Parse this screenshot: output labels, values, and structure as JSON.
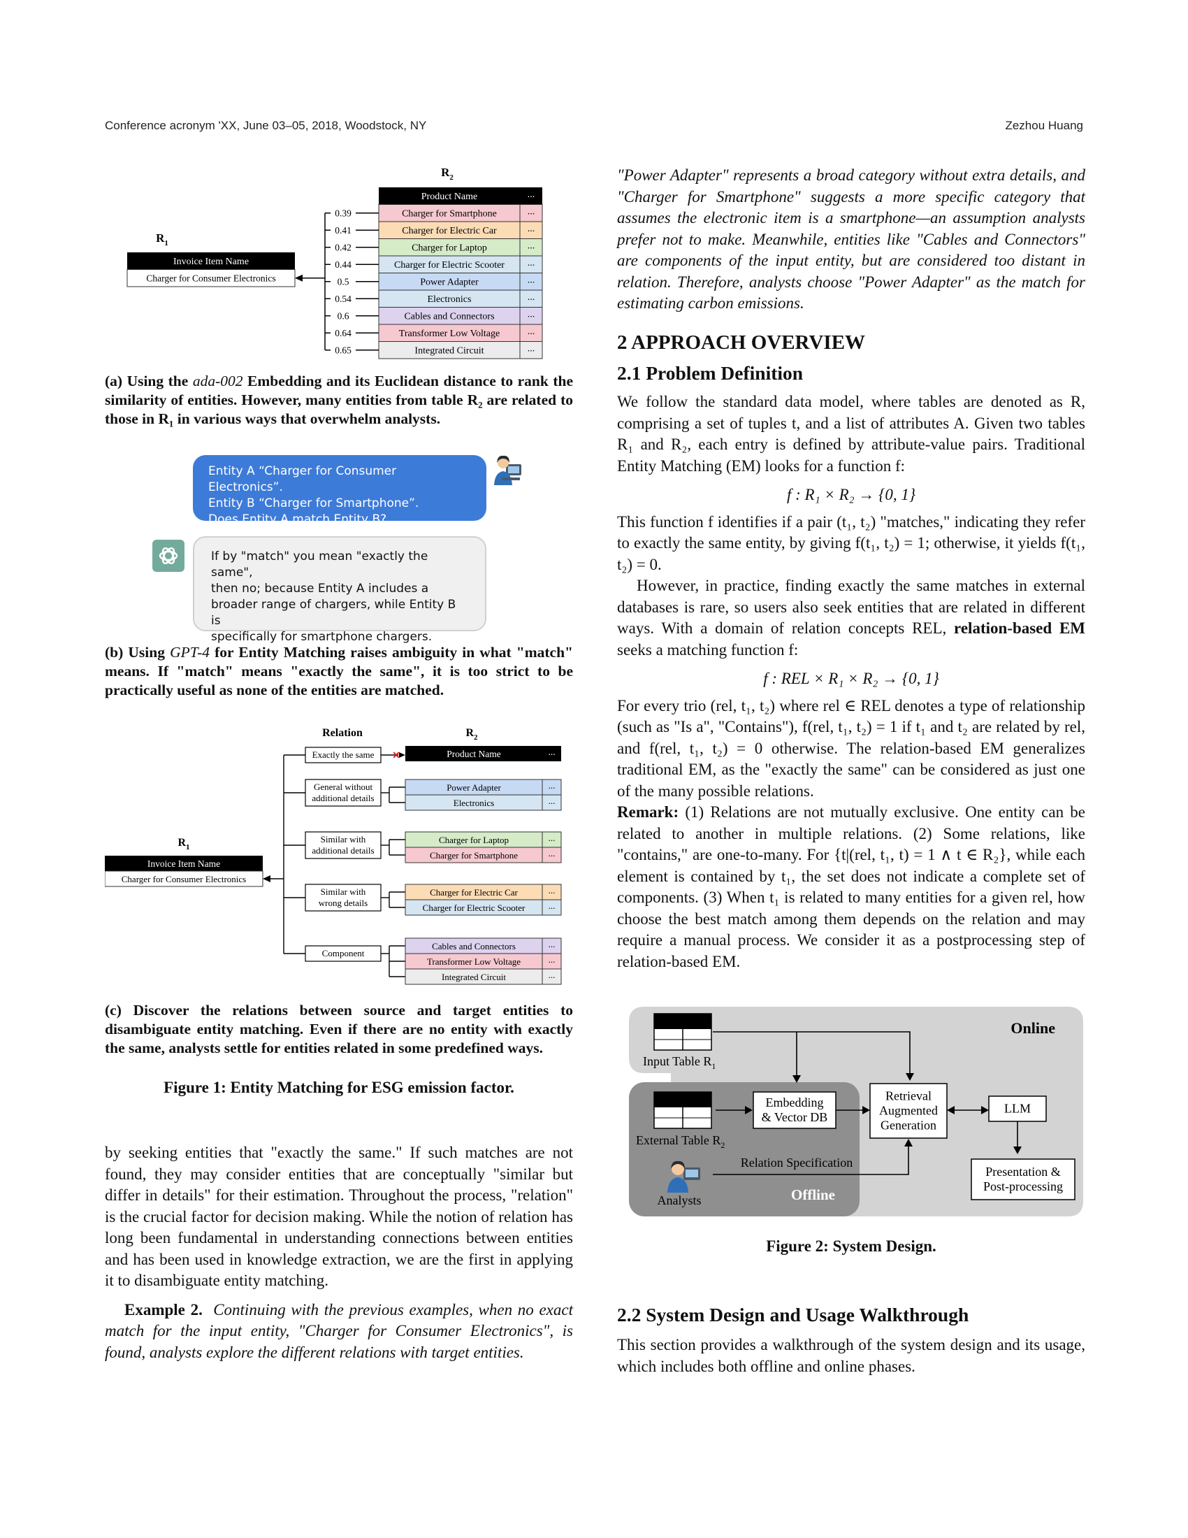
{
  "header": {
    "left": "Conference acronym 'XX, June 03–05, 2018, Woodstock, NY",
    "right": "Zezhou Huang"
  },
  "colors": {
    "pink": "#f6c8cf",
    "orange": "#fbdcb5",
    "green": "#d6ebc8",
    "blue": "#c7daf4",
    "lightblue": "#d5e5f2",
    "purple": "#ddd3ee",
    "gray": "#ececec",
    "user_bubble": "#3d7bd9",
    "assistant_bubble": "#f0f0f0",
    "gpt_icon": "#74aa9c"
  },
  "figure1": {
    "a": {
      "r1_label": "R",
      "r1_sub": "1",
      "r2_label": "R",
      "r2_sub": "2",
      "r1_header": "Invoice Item Name",
      "r1_value": "Charger for Consumer Electronics",
      "r2_header": "Product Name",
      "ellipsis": "...",
      "rows": [
        {
          "score": "0.39",
          "name": "Charger for Smartphone",
          "color": "pink"
        },
        {
          "score": "0.41",
          "name": "Charger for Electric Car",
          "color": "orange"
        },
        {
          "score": "0.42",
          "name": "Charger for Laptop",
          "color": "green"
        },
        {
          "score": "0.44",
          "name": "Charger for Electric Scooter",
          "color": "lightblue"
        },
        {
          "score": "0.5",
          "name": "Power Adapter",
          "color": "blue"
        },
        {
          "score": "0.54",
          "name": "Electronics",
          "color": "lightblue"
        },
        {
          "score": "0.6",
          "name": "Cables and Connectors",
          "color": "purple"
        },
        {
          "score": "0.64",
          "name": "Transformer Low Voltage",
          "color": "pink"
        },
        {
          "score": "0.65",
          "name": "Integrated Circuit",
          "color": "gray"
        }
      ],
      "caption_pre": "(a) Using the ",
      "caption_model": "ada-002",
      "caption_post": " Embedding and its Euclidean distance to rank the similarity of entities. However, many entities from table R₂ are related to those in R₁ in various ways that overwhelm analysts."
    },
    "b": {
      "user_lines": [
        "Entity A “Charger for Consumer Electronics”.",
        "Entity B “Charger for Smartphone”.",
        "Does Entity A match Entity B?"
      ],
      "assistant_lines": [
        "If by \"match\" you mean \"exactly the same\",",
        "then no; because Entity A includes a",
        "broader range of chargers, while Entity B is",
        "specifically for smartphone chargers."
      ],
      "caption_pre": "(b) Using ",
      "caption_model": "GPT-4",
      "caption_post": " for Entity Matching raises ambiguity in what \"match\" means. If \"match\" means \"exactly the same\", it is too strict to be practically useful as none of the entities are matched."
    },
    "c": {
      "relation_title": "Relation",
      "r1_label": "R",
      "r1_sub": "1",
      "r2_label": "R",
      "r2_sub": "2",
      "r1_header": "Invoice Item Name",
      "r1_value": "Charger for Consumer Electronics",
      "r2_header": "Product Name",
      "ellipsis": "...",
      "cross": "✕",
      "relations": [
        {
          "lines": [
            "Exactly the same"
          ],
          "items": []
        },
        {
          "lines": [
            "General without",
            "additional details"
          ],
          "items": [
            {
              "name": "Power Adapter",
              "color": "blue"
            },
            {
              "name": "Electronics",
              "color": "lightblue"
            }
          ]
        },
        {
          "lines": [
            "Similar with",
            "additional details"
          ],
          "items": [
            {
              "name": "Charger for Laptop",
              "color": "green"
            },
            {
              "name": "Charger for Smartphone",
              "color": "pink"
            }
          ]
        },
        {
          "lines": [
            "Similar with",
            "wrong details"
          ],
          "items": [
            {
              "name": "Charger for Electric Car",
              "color": "orange"
            },
            {
              "name": "Charger for Electric Scooter",
              "color": "lightblue"
            }
          ]
        },
        {
          "lines": [
            "Component"
          ],
          "items": [
            {
              "name": "Cables and Connectors",
              "color": "purple"
            },
            {
              "name": "Transformer Low Voltage",
              "color": "pink"
            },
            {
              "name": "Integrated Circuit",
              "color": "gray"
            }
          ]
        }
      ],
      "caption": "(c) Discover the relations between source and target entities to disambiguate entity matching. Even if there are no entity with exactly the same, analysts settle for entities related in some predefined ways."
    },
    "title": "Figure 1: Entity Matching for ESG emission factor."
  },
  "left_text": {
    "para1": "by seeking entities that \"exactly the same.\" If such matches are not found, they may consider entities that are conceptually \"similar but differ in details\" for their estimation. Throughout the process, \"relation\" is the crucial factor for decision making. While the notion of relation has long been fundamental in understanding connections between entities and has been used in knowledge extraction, we are the first in applying it to disambiguate entity matching.",
    "example_label": "Example 2.",
    "example_text": "Continuing with the previous examples, when no exact match for the input entity, \"Charger for Consumer Electronics\", is found, analysts explore the different relations with target entities."
  },
  "right_text": {
    "intro": "\"Power Adapter\" represents a broad category without extra details, and \"Charger for Smartphone\" suggests a more specific category that assumes the electronic item is a smartphone—an assumption analysts prefer not to make. Meanwhile, entities like \"Cables and Connectors\" are components of the input entity, but are considered too distant in relation. Therefore, analysts choose \"Power Adapter\" as the match for estimating carbon emissions.",
    "sec2": "2 APPROACH OVERVIEW",
    "sec21": "2.1 Problem Definition",
    "p1": "We follow the standard data model, where tables are denoted as R, comprising a set of tuples t, and a list of attributes A. Given two tables R₁ and R₂, each entry is defined by attribute-value pairs. Traditional Entity Matching (EM) looks for a function f:",
    "eq1": "f : R₁ × R₂ → {0, 1}",
    "p2": "This function f identifies if a pair (t₁, t₂) \"matches,\" indicating they refer to exactly the same entity, by giving f(t₁, t₂) = 1; otherwise, it yields f(t₁, t₂) = 0.",
    "p3a": "However, in practice, finding exactly the same matches in external databases is rare, so users also seek entities that are related in different ways. With a domain of relation concepts REL, ",
    "p3b": "relation-based EM",
    "p3c": " seeks a matching function f:",
    "eq2": "f : REL × R₁ × R₂ → {0, 1}",
    "p4": "For every trio (rel, t₁, t₂) where rel ∈ REL denotes a type of relationship (such as \"Is a\", \"Contains\"), f(rel, t₁, t₂) = 1 if t₁ and t₂ are related by rel, and f(rel, t₁, t₂) = 0 otherwise. The relation-based EM generalizes traditional EM, as the \"exactly the same\" can be considered as just one of the many possible relations.",
    "remark_label": "Remark:",
    "remark": " (1) Relations are not mutually exclusive. One entity can be related to another in multiple relations. (2) Some relations, like \"contains,\" are one-to-many. For {t|(rel, t₁, t) = 1 ∧ t ∈ R₂}, while each element is contained by t₁, the set does not indicate a complete set of components. (3) When t₁ is related to many entities for a given rel, how choose the best match among them depends on the relation and may require a manual process. We consider it as a postprocessing step of relation-based EM.",
    "sec22": "2.2 System Design and Usage Walkthrough",
    "p5": "This section provides a walkthrough of the system design and its usage, which includes both offline and online phases."
  },
  "figure2": {
    "online": "Online",
    "offline": "Offline",
    "input_table": "Input Table R",
    "input_sub": "1",
    "external_table": "External Table R",
    "external_sub": "2",
    "embedding": [
      "Embedding",
      "& Vector DB"
    ],
    "rag": [
      "Retrieval",
      "Augmented",
      "Generation"
    ],
    "llm": "LLM",
    "relation_spec": "Relation Specification",
    "analysts": "Analysts",
    "post": [
      "Presentation &",
      "Post-processing"
    ],
    "title": "Figure 2: System Design."
  }
}
